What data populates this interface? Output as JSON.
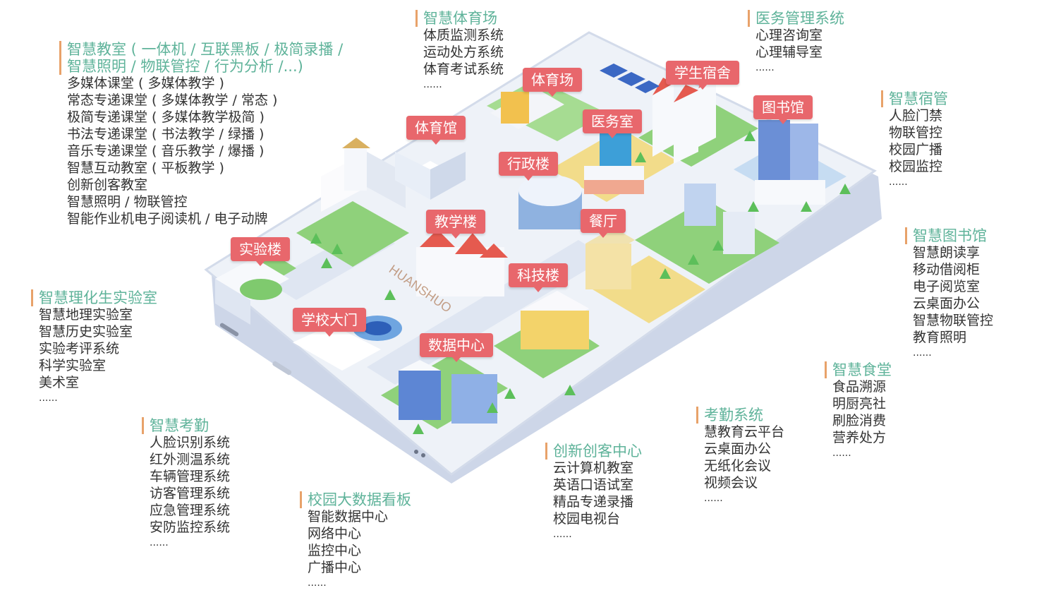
{
  "panels": {
    "classroom": {
      "title": [
        "智慧教室 ( 一体机 / 互联黑板 / 极简录播 /",
        "智慧照明 / 物联管控 / 行为分析 /...)"
      ],
      "items": [
        "多媒体课堂 ( 多媒体教学 )",
        "常态专递课堂 ( 多媒体教学 / 常态 )",
        "极简专递课堂 ( 多媒体教学极简 )",
        "书法专递课堂 ( 书法教学 / 绿播 )",
        "音乐专递课堂 ( 音乐教学 / 爆播 )",
        "智慧互动教室 ( 平板教学 )",
        "创新创客教室",
        "智慧照明 / 物联管控",
        "智能作业机电子阅读机 / 电子动牌"
      ],
      "more": ""
    },
    "stadium": {
      "title": [
        "智慧体育场"
      ],
      "items": [
        "体质监测系统",
        "运动处方系统",
        "体育考试系统"
      ],
      "more": "......"
    },
    "medical": {
      "title": [
        "医务管理系统"
      ],
      "items": [
        "心理咨询室",
        "心理辅导室"
      ],
      "more": "......"
    },
    "dorm": {
      "title": [
        "智慧宿管"
      ],
      "items": [
        "人脸门禁",
        "物联管控",
        "校园广播",
        "校园监控"
      ],
      "more": "......"
    },
    "library": {
      "title": [
        "智慧图书馆"
      ],
      "items": [
        "智慧朗读享",
        "移动借阅柜",
        "电子阅览室",
        "云桌面办公",
        "智慧物联管控",
        "教育照明"
      ],
      "more": "......"
    },
    "canteen": {
      "title": [
        "智慧食堂"
      ],
      "items": [
        "食品溯源",
        "明厨亮社",
        "刷脸消费",
        "营养处方"
      ],
      "more": "......"
    },
    "lab": {
      "title": [
        "智慧理化生实验室"
      ],
      "items": [
        "智慧地理实验室",
        "智慧历史实验室",
        "实验考评系统",
        "科学实验室",
        "美术室"
      ],
      "more": "......"
    },
    "attendance_smart": {
      "title": [
        "智慧考勤"
      ],
      "items": [
        "人脸识别系统",
        "红外测温系统",
        "车辆管理系统",
        "访客管理系统",
        "应急管理系统",
        "安防监控系统"
      ],
      "more": "......"
    },
    "bigdata": {
      "title": [
        "校园大数据看板"
      ],
      "items": [
        "智能数据中心",
        "网络中心",
        "监控中心",
        "广播中心"
      ],
      "more": "......"
    },
    "maker": {
      "title": [
        "创新创客中心"
      ],
      "items": [
        "云计算机教室",
        "英语口语试室",
        "精品专递录播",
        "校园电视台"
      ],
      "more": "......"
    },
    "attendance_sys": {
      "title": [
        "考勤系统"
      ],
      "items": [
        "慧教育云平台",
        "云桌面办公",
        "无纸化会议",
        "视频会议"
      ],
      "more": "......"
    }
  },
  "labels": {
    "stadium": "体育场",
    "dorm": "学生宿舍",
    "library": "图书馆",
    "medical": "医务室",
    "gym": "体育馆",
    "admin": "行政楼",
    "teaching": "教学楼",
    "canteen": "餐厅",
    "lab": "实验楼",
    "tech": "科技楼",
    "gate": "学校大门",
    "datacenter": "数据中心"
  },
  "watermark": "HUANSHUO",
  "colors": {
    "title_green": "#5fb39a",
    "accent_orange": "#e8a26a",
    "label_red": "#e8676c",
    "grass": "#8fd17b",
    "road": "#dfe6f2"
  }
}
